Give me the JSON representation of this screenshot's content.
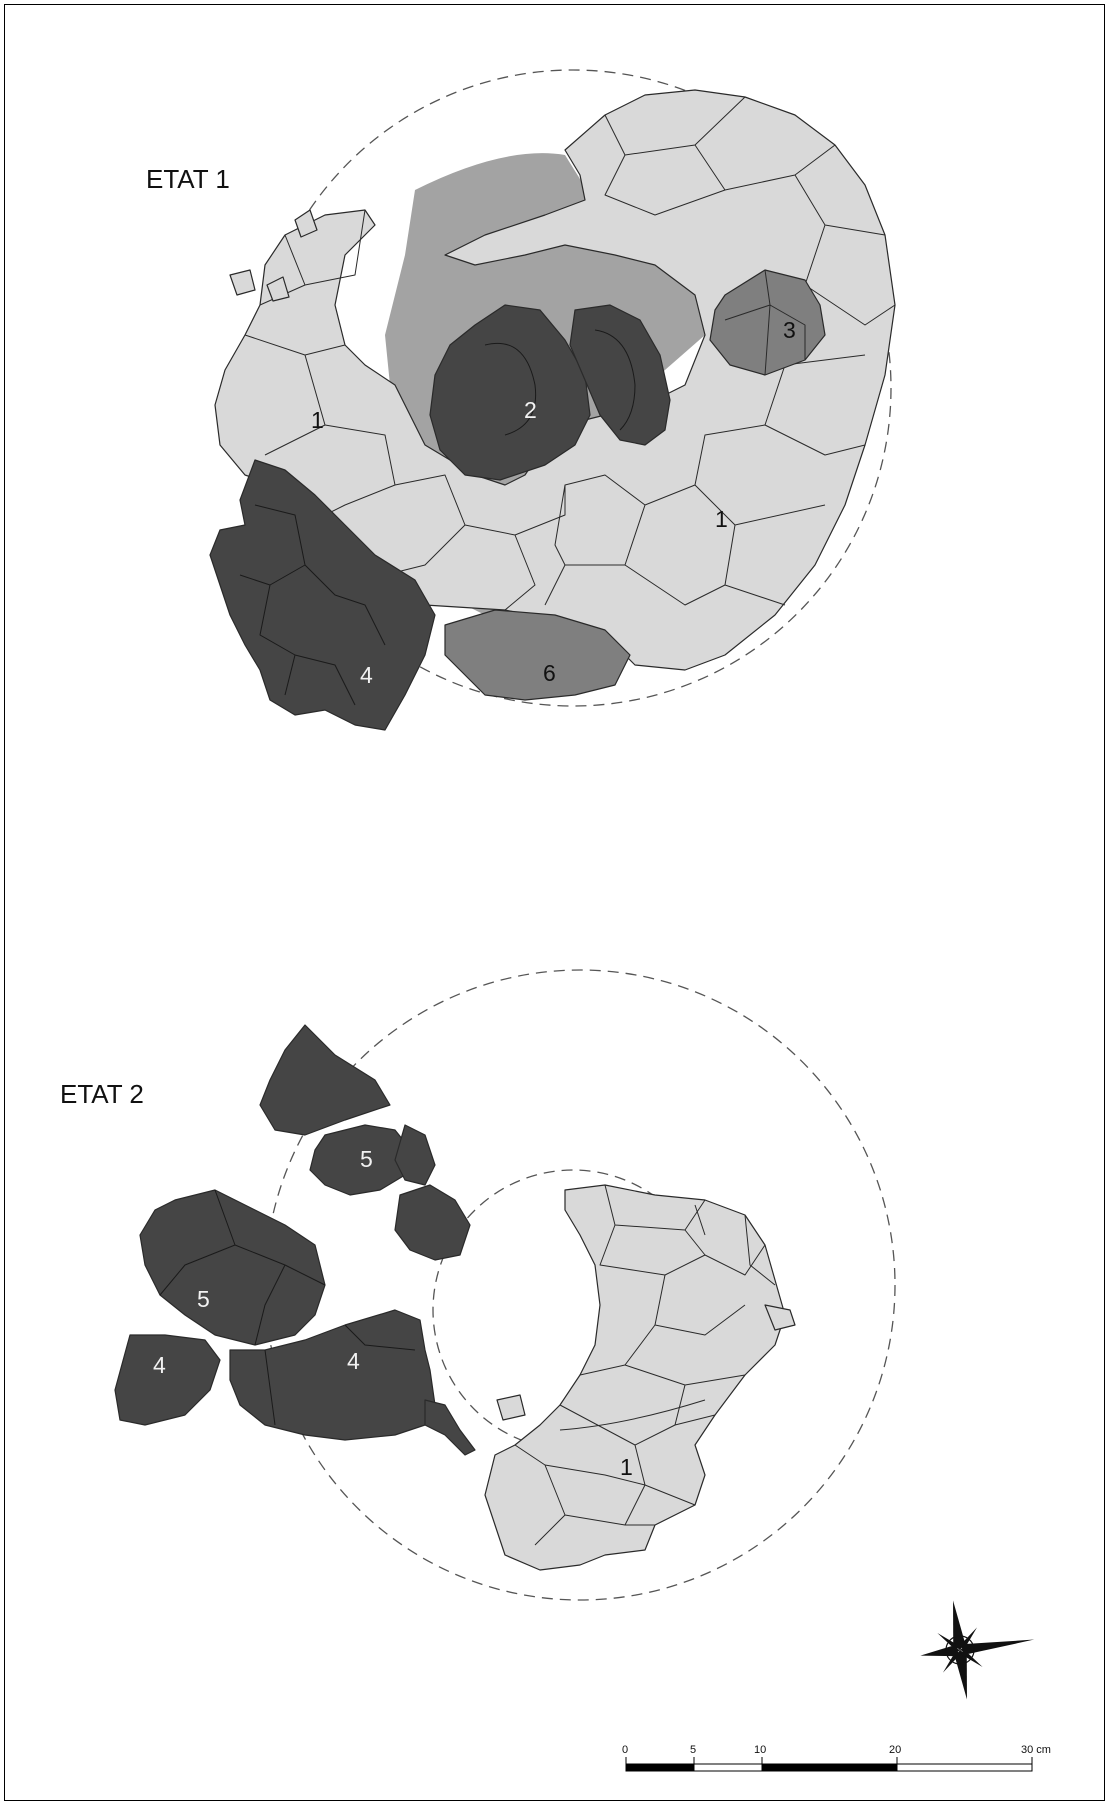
{
  "states": [
    {
      "title": "ETAT 1",
      "labels": [
        "1",
        "1",
        "2",
        "3",
        "4",
        "6"
      ]
    },
    {
      "title": "ETAT 2",
      "labels": [
        "5",
        "5",
        "4",
        "4",
        "1"
      ]
    }
  ],
  "scale_bar": {
    "ticks": [
      "0",
      "5",
      "10",
      "20",
      "30 cm"
    ]
  },
  "colors": {
    "light_stone": "#d9d9d9",
    "mid_stone": "#a3a3a3",
    "mid_dark_stone": "#7f7f7f",
    "dark_stone": "#454545",
    "outline": "#2a2a2a"
  }
}
